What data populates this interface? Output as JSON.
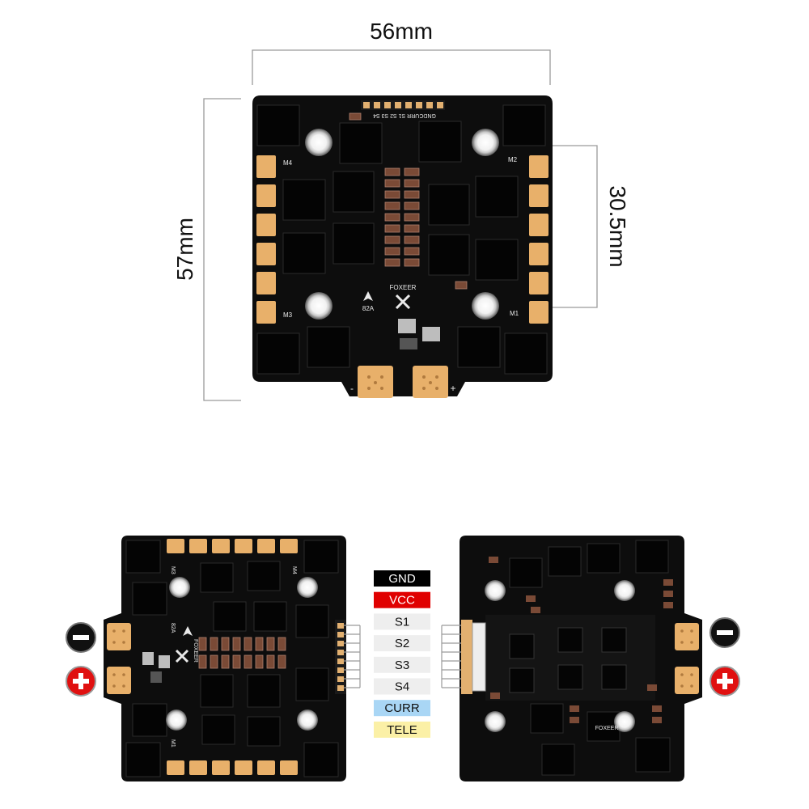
{
  "dimensions": {
    "width": "56mm",
    "height": "57mm",
    "mount": "30.5mm"
  },
  "top_board": {
    "brand": "FOXEER",
    "rating": "82A",
    "motor_labels": [
      "M1",
      "M2",
      "M3",
      "M4"
    ],
    "power_minus": "-",
    "power_plus": "+",
    "connector_label": "GNDCURR S1 S2 S3 S4"
  },
  "front_board": {
    "motor_labels": [
      "M1",
      "M3",
      "M4"
    ],
    "brand": "FOXEER",
    "rating": "82A"
  },
  "back_board": {
    "brand": "FOXEER"
  },
  "pinout": [
    {
      "label": "GND",
      "bg": "#000000",
      "fg": "#ffffff"
    },
    {
      "label": "VCC",
      "bg": "#e00000",
      "fg": "#ffffff"
    },
    {
      "label": "S1",
      "bg": "#eeeeee",
      "fg": "#111111"
    },
    {
      "label": "S2",
      "bg": "#eeeeee",
      "fg": "#111111"
    },
    {
      "label": "S3",
      "bg": "#eeeeee",
      "fg": "#111111"
    },
    {
      "label": "S4",
      "bg": "#eeeeee",
      "fg": "#111111"
    },
    {
      "label": "CURR",
      "bg": "#a9d6f5",
      "fg": "#111111"
    },
    {
      "label": "TELE",
      "bg": "#fbf0a6",
      "fg": "#111111"
    }
  ],
  "polarity": {
    "minus_color": "#111111",
    "plus_color": "#e01010"
  },
  "colors": {
    "pcb": "#0d0d0d",
    "pad": "#e8b06a",
    "chip": "#050505",
    "resistor": "#7a4a36"
  }
}
